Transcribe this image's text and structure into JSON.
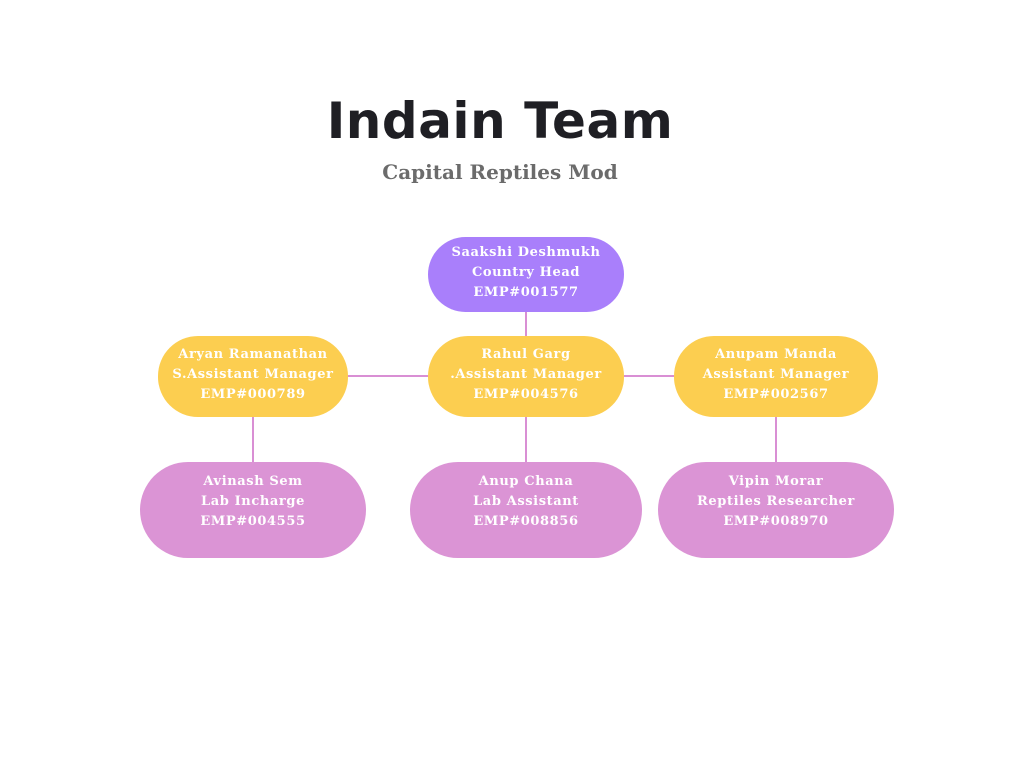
{
  "title": "Indain Team",
  "subtitle": "Capital Reptiles Mod",
  "colors": {
    "head": "#a97ffb",
    "managers": "#fcce50",
    "staff": "#db94d5",
    "connector": "#d98fd4",
    "title": "#1f1f24",
    "subtitle": "#6b6b6b"
  },
  "nodes": {
    "ceo": {
      "name": "Saakshi Deshmukh",
      "role": "Country Head",
      "emp": "EMP#001577"
    },
    "aryan": {
      "name": "Aryan Ramanathan",
      "role": "S.Assistant Manager",
      "emp": "EMP#000789"
    },
    "rahul": {
      "name": "Rahul Garg",
      "role": ".Assistant Manager",
      "emp": "EMP#004576"
    },
    "anupam": {
      "name": "Anupam Manda",
      "role": "Assistant Manager",
      "emp": "EMP#002567"
    },
    "avinash": {
      "name": "Avinash Sem",
      "role": "Lab Incharge",
      "emp": "EMP#004555"
    },
    "anup": {
      "name": "Anup Chana",
      "role": "Lab Assistant",
      "emp": "EMP#008856"
    },
    "vipin": {
      "name": "Vipin Morar",
      "role": "Reptiles Researcher",
      "emp": "EMP#008970"
    }
  }
}
